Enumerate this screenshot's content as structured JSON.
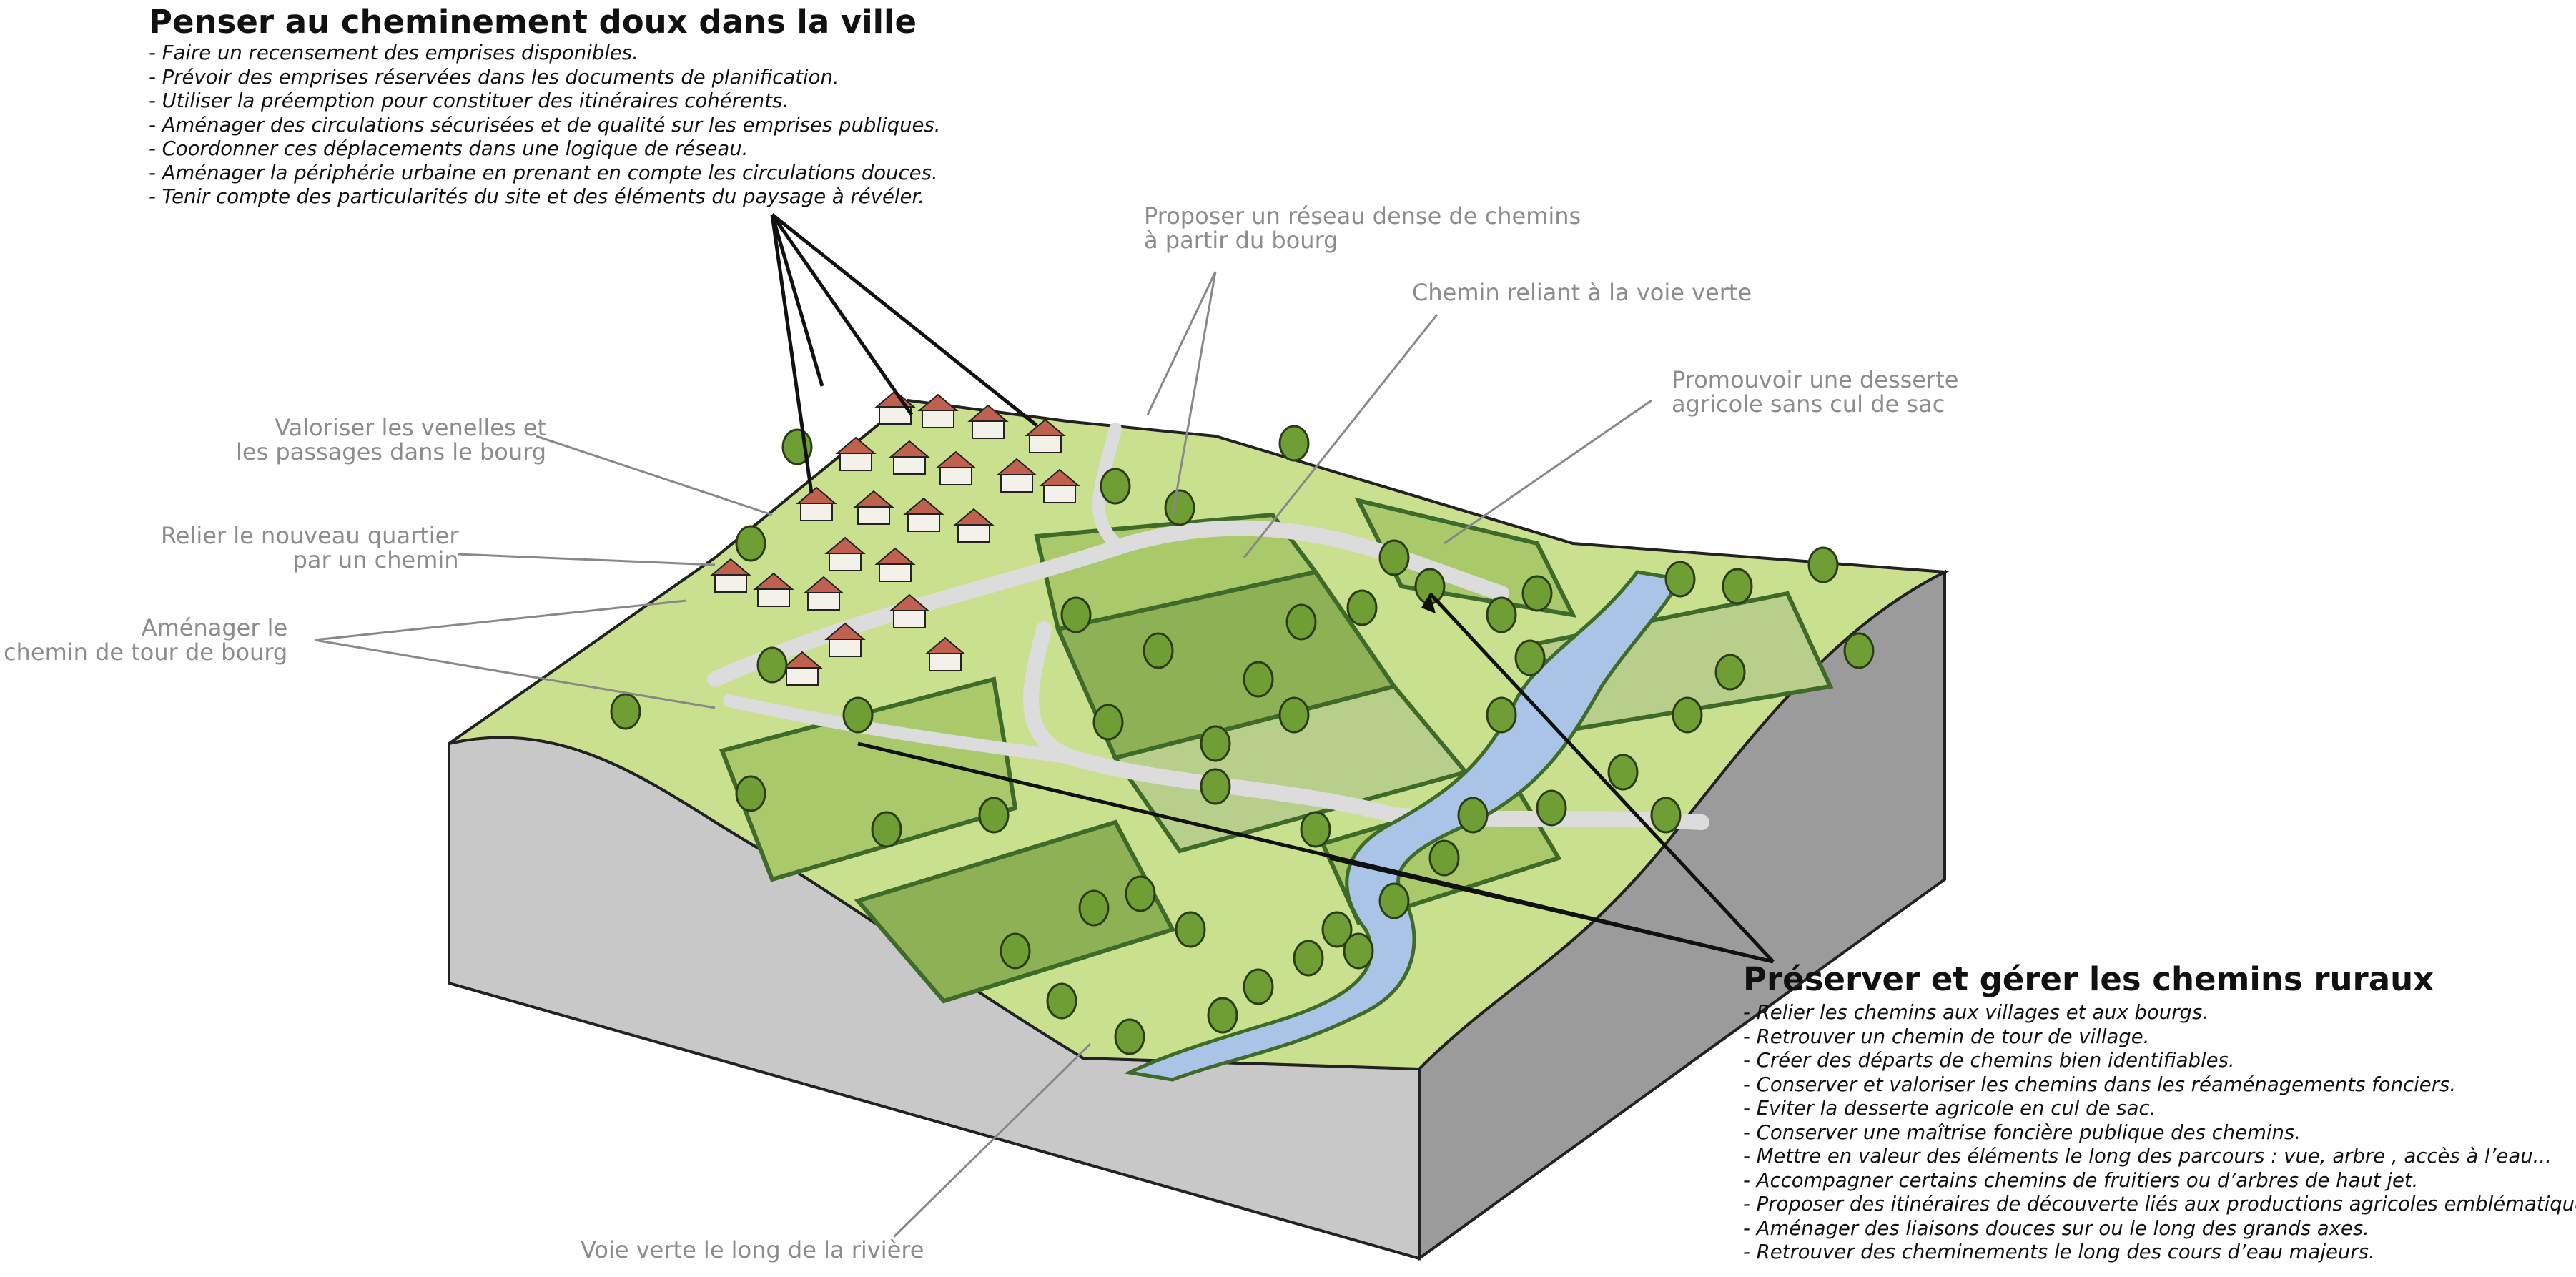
{
  "top_block": {
    "title": "Penser au cheminement doux dans la ville",
    "items": [
      "- Faire un recensement des emprises disponibles.",
      "- Prévoir des emprises réservées dans les documents de planification.",
      "- Utiliser la préemption pour constituer des itinéraires cohérents.",
      "- Aménager des circulations sécurisées et de qualité sur les emprises publiques.",
      "- Coordonner ces déplacements dans une logique de réseau.",
      "- Aménager la périphérie urbaine en prenant en compte les circulations douces.",
      "- Tenir compte des particularités du site et des éléments du paysage à révéler."
    ]
  },
  "bottom_block": {
    "title": "Préserver et gérer les chemins ruraux",
    "items": [
      "- Relier les chemins aux villages et aux bourgs.",
      "- Retrouver un chemin de tour de village.",
      "- Créer des départs de chemins bien identifiables.",
      "- Conserver et valoriser les chemins dans les réaménagements fonciers.",
      "- Eviter la desserte agricole en cul de sac.",
      "- Conserver une maîtrise foncière publique des chemins.",
      "- Mettre en valeur des éléments le long des parcours : vue, arbre , accès à l’eau...",
      "- Accompagner certains chemins de fruitiers ou d’arbres de haut jet.",
      "- Proposer des itinéraires de découverte liés aux productions agricoles emblématiques.",
      "- Aménager des liaisons douces sur ou le long des grands axes.",
      "- Retrouver des cheminements le long des cours d’eau majeurs."
    ]
  },
  "annotations": {
    "reseau_dense": [
      "Proposer un réseau dense de chemins",
      "à partir du bourg"
    ],
    "voie_verte_link": [
      "Chemin reliant à la voie verte"
    ],
    "desserte": [
      "Promouvoir une desserte",
      "agricole sans cul de sac"
    ],
    "venelles": [
      "Valoriser les venelles et",
      "les passages dans le bourg"
    ],
    "quartier": [
      "Relier le nouveau quartier",
      "par un chemin"
    ],
    "tour_bourg": [
      "Aménager le",
      "chemin de tour de bourg"
    ],
    "riviere": [
      "Voie verte le long de la rivière"
    ]
  },
  "colors": {
    "field_light": "#c9e08e",
    "field_mid": "#a9c96a",
    "field_dark": "#8fb156",
    "hedge": "#3f6b2a",
    "path": "#dcdcdc",
    "river": "#a9c4e6",
    "side": "#c8c8c8",
    "roof": "#c0604f",
    "label_grey": "#8c8c8c"
  }
}
